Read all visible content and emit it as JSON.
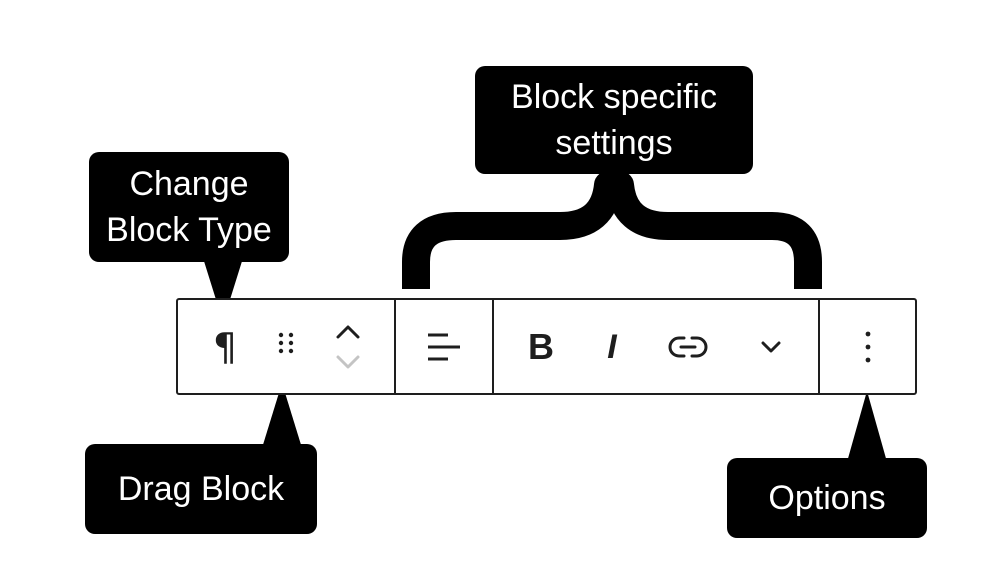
{
  "callouts": {
    "change_block_type": [
      "Change",
      "Block Type"
    ],
    "block_specific_settings": [
      "Block specific",
      "settings"
    ],
    "drag_block": "Drag Block",
    "options": "Options"
  },
  "toolbar": {
    "buttons": [
      {
        "name": "paragraph-icon",
        "label": "Change block type"
      },
      {
        "name": "drag-handle-icon",
        "label": "Drag"
      },
      {
        "name": "move-up-icon",
        "label": "Move up"
      },
      {
        "name": "move-down-icon",
        "label": "Move down"
      },
      {
        "name": "align-left-icon",
        "label": "Align"
      },
      {
        "name": "bold-icon",
        "label": "Bold"
      },
      {
        "name": "italic-icon",
        "label": "Italic"
      },
      {
        "name": "link-icon",
        "label": "Link"
      },
      {
        "name": "more-chevron-icon",
        "label": "More"
      },
      {
        "name": "vertical-ellipsis-icon",
        "label": "Options"
      }
    ],
    "bold_glyph": "B",
    "italic_glyph": "I",
    "paragraph_glyph": "¶"
  },
  "colors": {
    "callout_bg": "#000000",
    "callout_text": "#ffffff",
    "toolbar_border": "#1e1e1e",
    "disabled_icon": "#c4c4c4"
  }
}
